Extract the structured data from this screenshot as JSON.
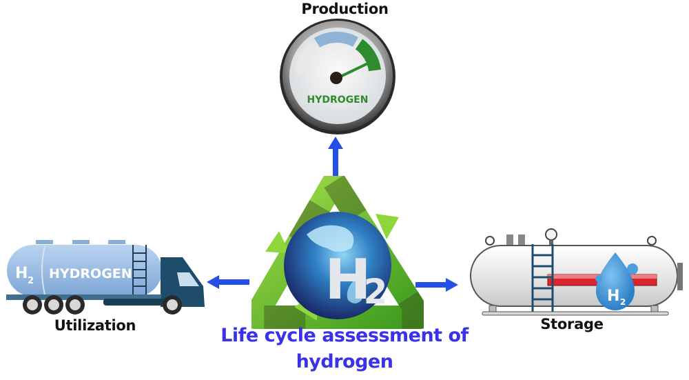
{
  "title": {
    "line1": "Life cycle assessment of",
    "line2": "hydrogen"
  },
  "nodes": {
    "production": {
      "label": "Production",
      "icon": "pressure-gauge-icon",
      "gauge_text": "HYDROGEN"
    },
    "utilization": {
      "label": "Utilization",
      "icon": "tanker-truck-icon",
      "tank_text": "HYDROGEN",
      "tank_symbol": "H",
      "tank_subscript": "2"
    },
    "storage": {
      "label": "Storage",
      "icon": "storage-tank-icon",
      "drop_symbol": "H",
      "drop_subscript": "2"
    },
    "center": {
      "icon": "recycle-globe-icon",
      "symbol": "H",
      "subscript": "2"
    }
  },
  "arrows": [
    {
      "from": "center",
      "to": "production",
      "direction": "up"
    },
    {
      "from": "center",
      "to": "utilization",
      "direction": "left"
    },
    {
      "from": "center",
      "to": "storage",
      "direction": "right"
    }
  ],
  "colors": {
    "arrow": "#2450e8",
    "title": "#3a32e8",
    "recycle_green": "#6cc329",
    "gauge_green": "#2e8b2e",
    "tank_blue": "#9cbde4",
    "truck_cab": "#1e4d6b",
    "storage_red": "#d9262e",
    "drop_blue": "#3f96d9"
  }
}
